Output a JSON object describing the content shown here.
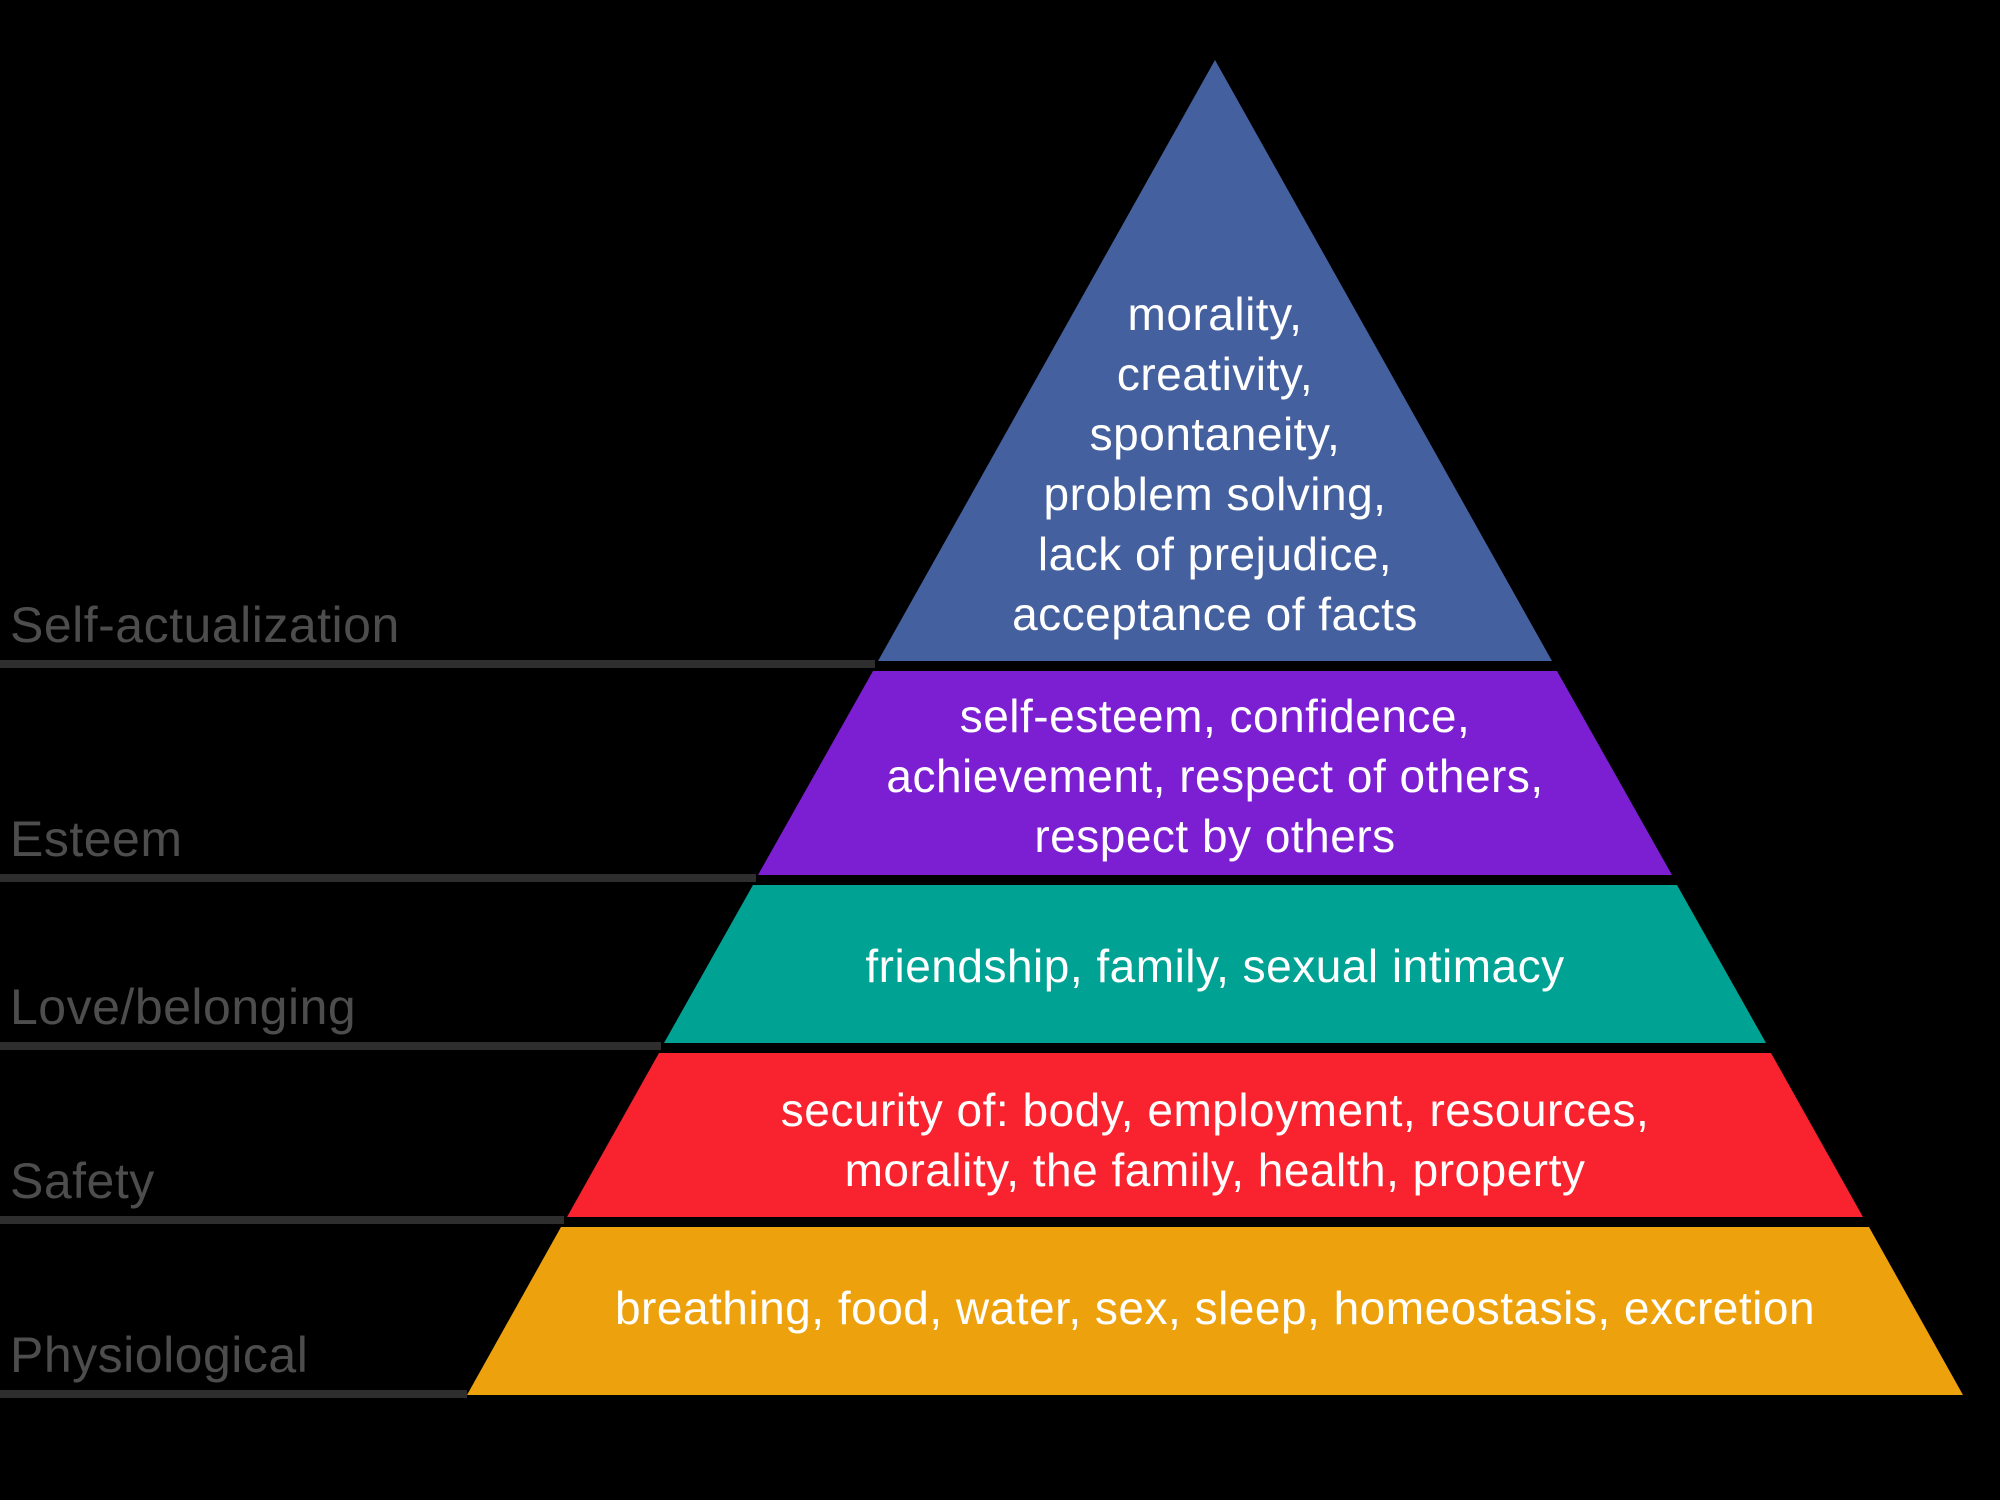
{
  "diagram": {
    "type": "pyramid-hierarchy",
    "levels": [
      {
        "label": "Self-actualization",
        "color": "#44609e",
        "lines": [
          "morality,",
          "creativity,",
          "spontaneity,",
          "problem solving,",
          "lack of prejudice,",
          "acceptance of facts"
        ]
      },
      {
        "label": "Esteem",
        "color": "#7c1fd2",
        "lines": [
          "self-esteem, confidence,",
          "achievement, respect of others,",
          "respect by others"
        ]
      },
      {
        "label": "Love/belonging",
        "color": "#00a294",
        "lines": [
          "friendship, family, sexual intimacy"
        ]
      },
      {
        "label": "Safety",
        "color": "#f8232e",
        "lines": [
          "security of: body, employment, resources,",
          "morality, the family, health, property"
        ]
      },
      {
        "label": "Physiological",
        "color": "#eda20d",
        "lines": [
          "breathing, food, water, sex, sleep, homeostasis, excretion"
        ]
      }
    ],
    "colors": {
      "background": "#000000",
      "band_text": "#ffffff",
      "side_label_text": "#4d4d4d",
      "rule_line": "#2e2e2e"
    }
  }
}
